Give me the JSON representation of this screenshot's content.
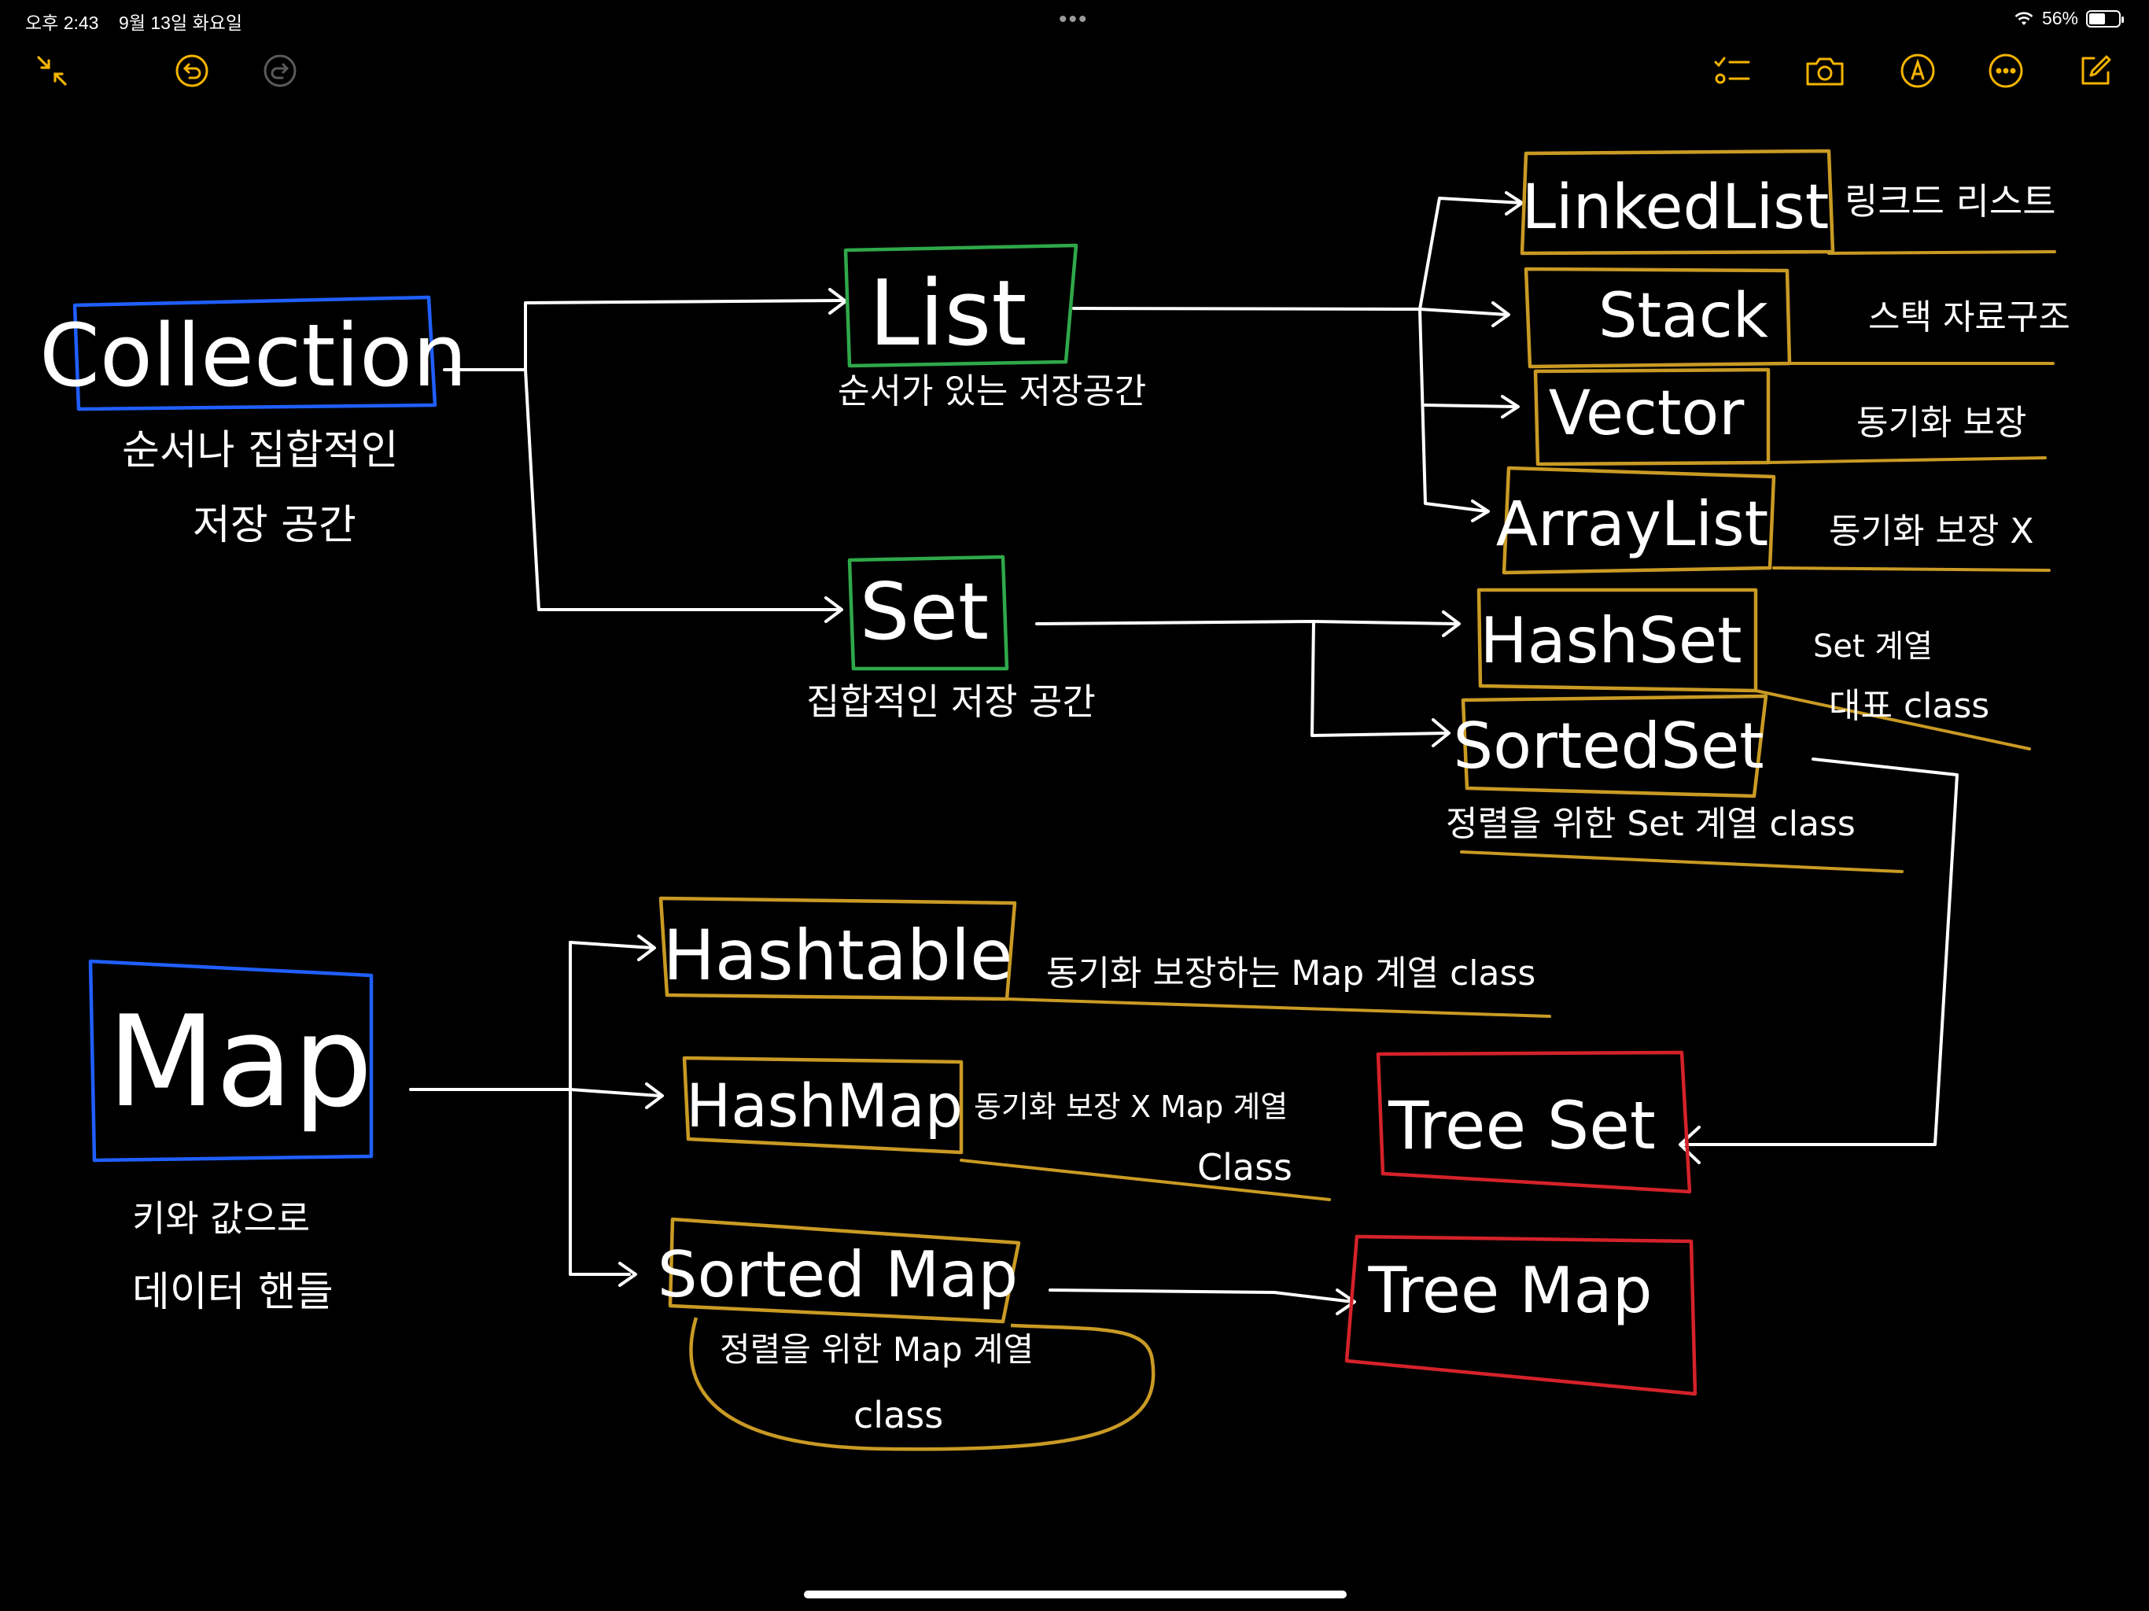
{
  "status": {
    "time": "오후 2:43",
    "date": "9월 13일 화요일",
    "dots": "•••",
    "battery_text": "56%",
    "battery_level": 0.56
  },
  "toolbar": {
    "accent": "#f4b400",
    "icons": [
      "collapse-icon",
      "undo-icon",
      "redo-icon",
      "checklist-icon",
      "camera-icon",
      "markup-pen-icon",
      "more-icon",
      "compose-icon"
    ]
  },
  "colors": {
    "blue": "#1f5fff",
    "green": "#2fa84a",
    "gold": "#c99a24",
    "red": "#d4222a",
    "ink": "#ffffff"
  },
  "nodes": {
    "collection": {
      "label": "Collection",
      "note1": "순서나 집합적인",
      "note2": "저장 공간"
    },
    "list": {
      "label": "List",
      "note": "순서가 있는 저장공간"
    },
    "set": {
      "label": "Set",
      "note": "집합적인 저장 공간"
    },
    "linkedlist": {
      "label": "LinkedList",
      "note": "링크드 리스트"
    },
    "stack": {
      "label": "Stack",
      "note": "스택 자료구조"
    },
    "vector": {
      "label": "Vector",
      "note": "동기화 보장"
    },
    "arraylist": {
      "label": "ArrayList",
      "note": "동기화 보장 X"
    },
    "hashset": {
      "label": "HashSet",
      "note1": "Set 계열",
      "note2": "대표 class"
    },
    "sortedset": {
      "label": "SortedSet",
      "note": "정렬을 위한 Set 계열 class"
    },
    "map": {
      "label": "Map",
      "note1": "키와 값으로",
      "note2": "데이터 핸들"
    },
    "hashtable": {
      "label": "Hashtable",
      "note": "동기화 보장하는 Map 계열 class"
    },
    "hashmap": {
      "label": "HashMap",
      "note1": "동기화 보장 X Map 계열",
      "note2": "Class"
    },
    "sortedmap": {
      "label": "Sorted Map",
      "note1": "정렬을 위한 Map 계열",
      "note2": "class"
    },
    "treeset": {
      "label": "Tree Set"
    },
    "treemap": {
      "label": "Tree Map"
    }
  }
}
